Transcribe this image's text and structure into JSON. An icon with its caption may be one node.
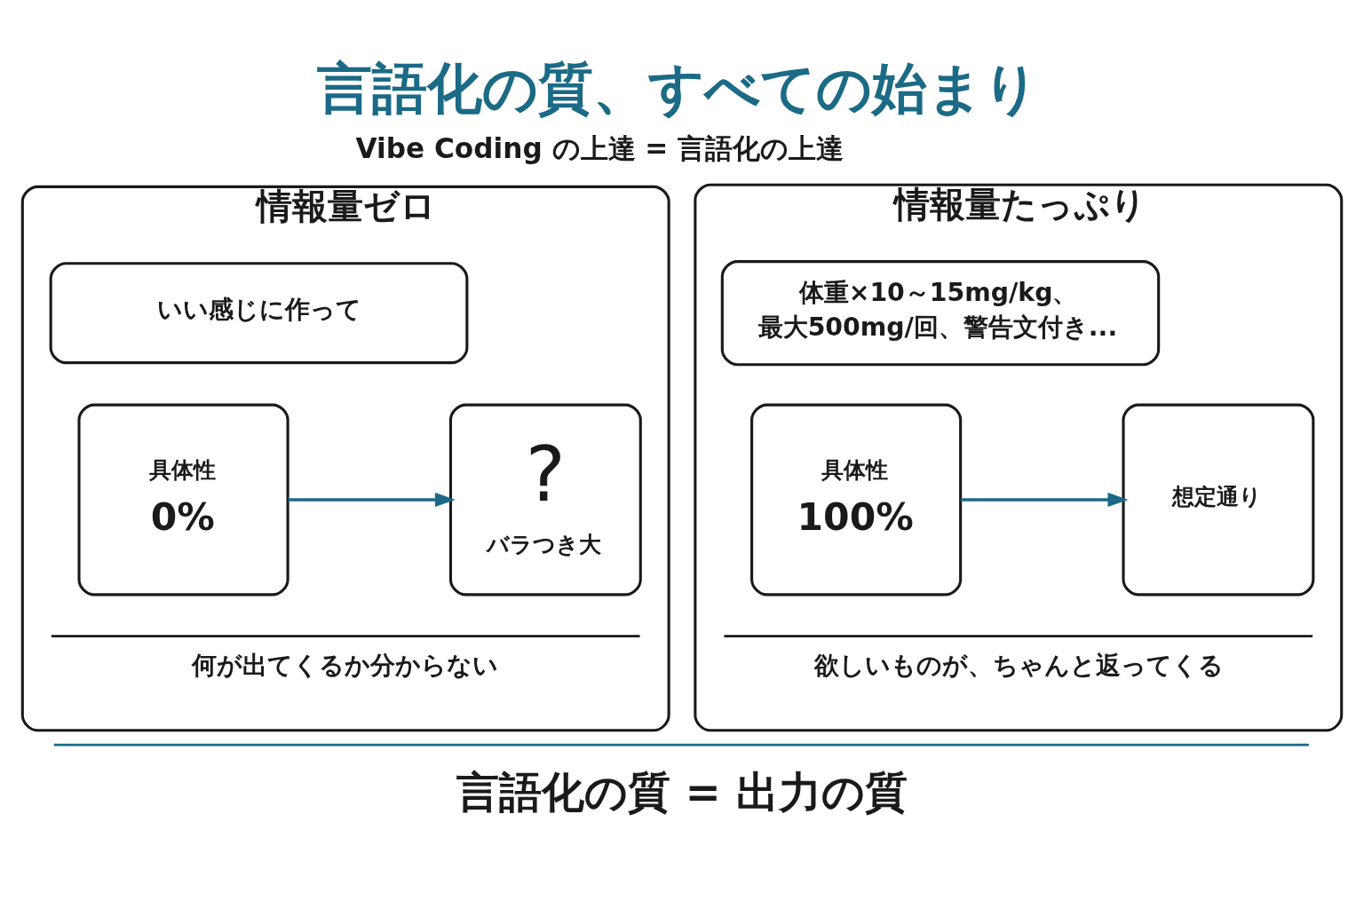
{
  "diagram": {
    "title": "言語化の質、すべての始まり",
    "nodes": [
      {
        "text": [
          "情報量ゼロ",
          "何が出てくるか分からない"
        ]
      },
      {
        "text": [
          "いい感じに作って"
        ],
        "in": 0
      },
      {
        "text": [
          "具体性",
          "0%"
        ],
        "in": 0
      },
      {
        "text": [
          "?",
          "バラつき大"
        ],
        "in": 0
      },
      {
        "text": [
          "情報量たっぷり",
          "欲しいものが、ちゃんと返ってくる"
        ]
      },
      {
        "text": [
          "体重×10～15mg/kg、最大500mg/回、警告文付き..."
        ],
        "in": 4
      },
      {
        "text": [
          "具体性",
          "100%"
        ],
        "in": 4
      },
      {
        "text": [
          "想定通り"
        ],
        "in": 4
      }
    ],
    "edges": [
      {
        "from": 2,
        "to": 3,
        "arrow": "to"
      },
      {
        "from": 6,
        "to": 7,
        "arrow": "to"
      }
    ],
    "labels": [
      "Vibe Coding の上達 = 言語化の上達",
      "言語化の質 = 出力の質"
    ]
  }
}
